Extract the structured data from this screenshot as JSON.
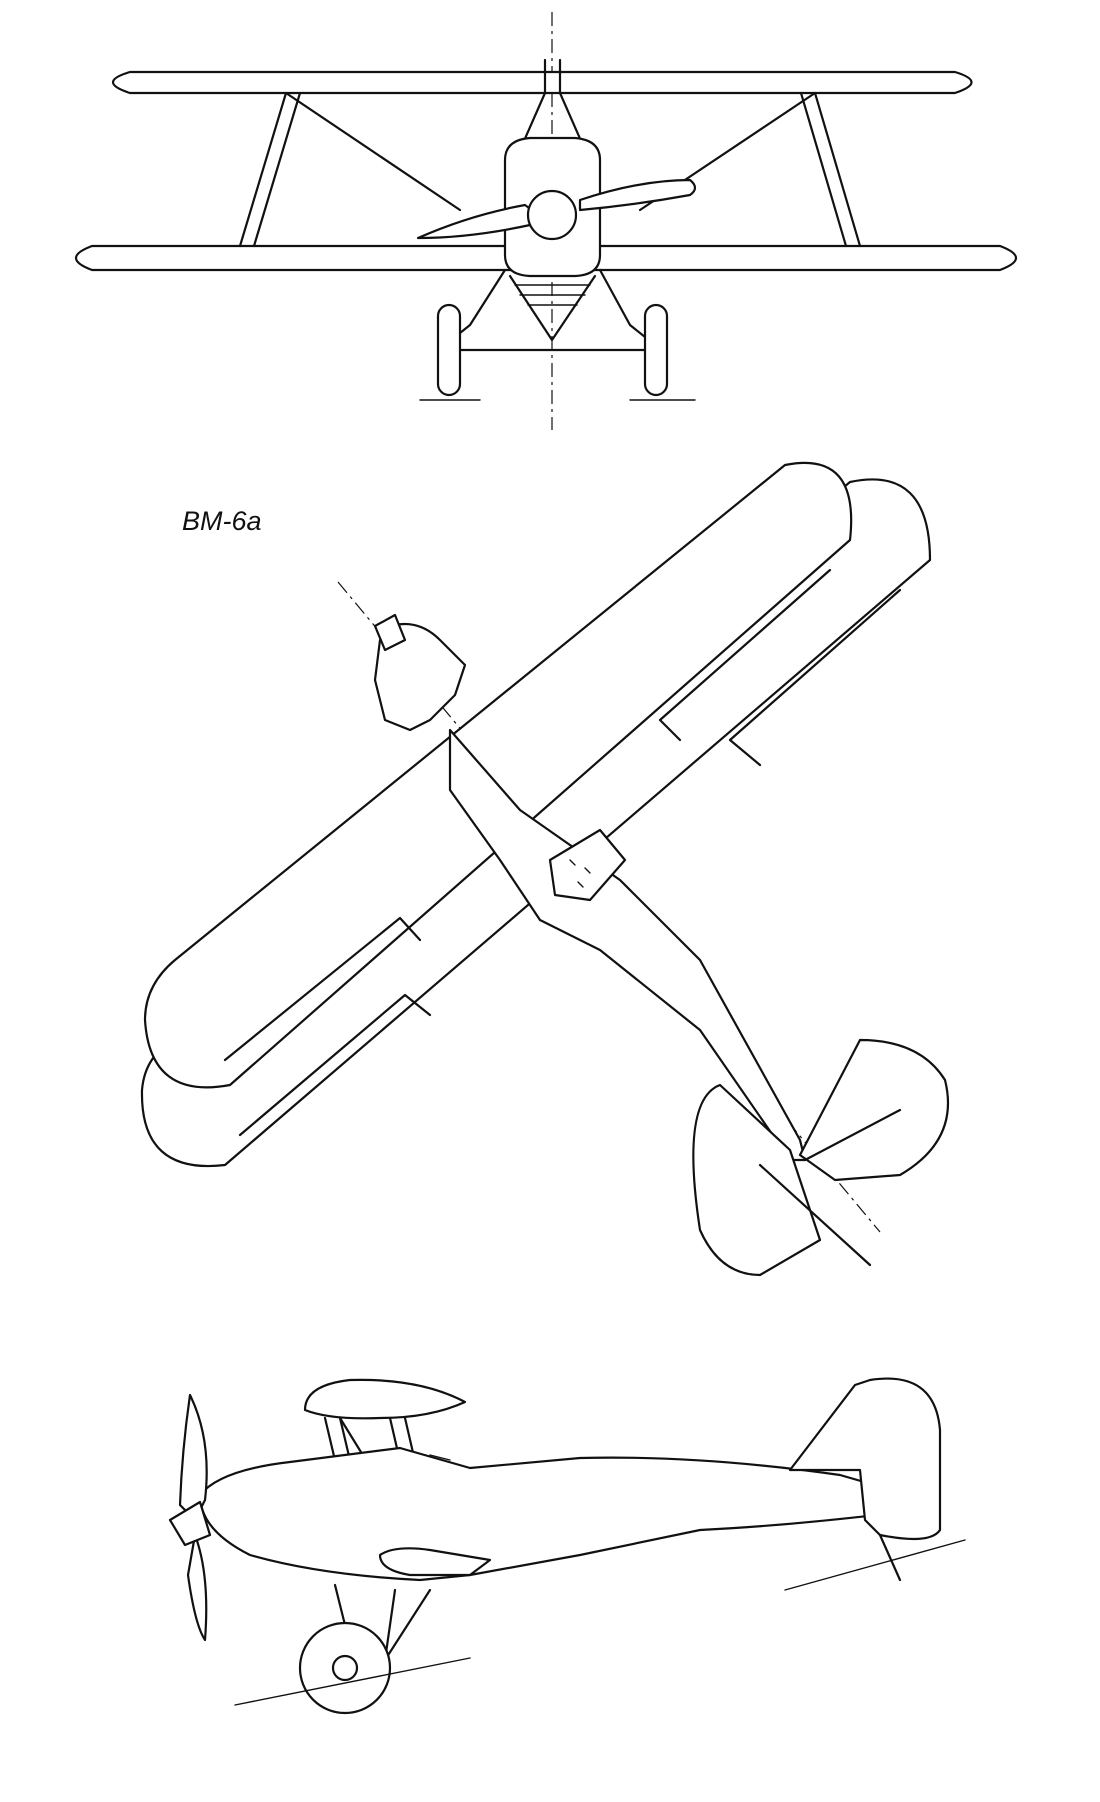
{
  "drawing": {
    "label": "BM-6a",
    "views": [
      "front-view",
      "plan-view",
      "side-view"
    ]
  }
}
